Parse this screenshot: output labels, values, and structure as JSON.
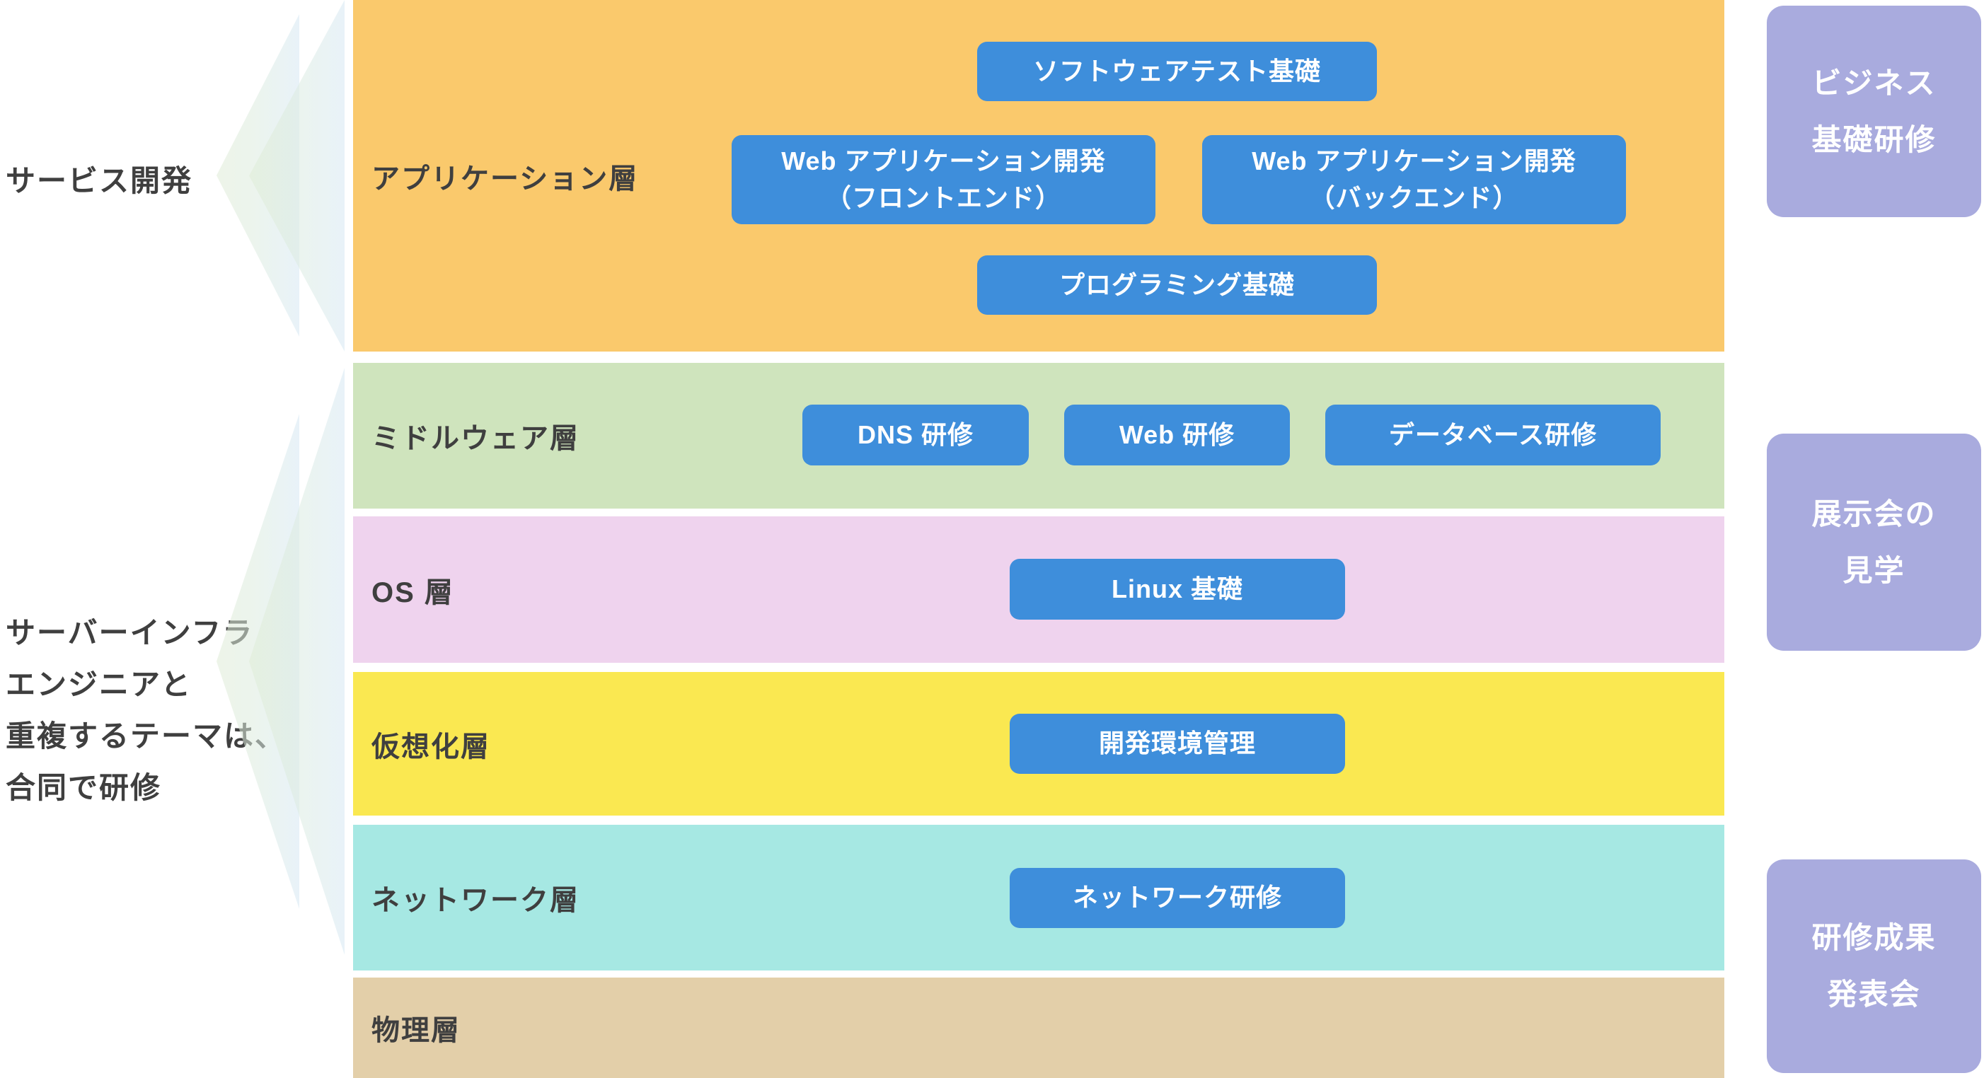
{
  "left_annotations": {
    "service_dev": "サービス開発",
    "infra_note": "サーバーインフラ\nエンジニアと\n重複するテーマは、\n合同で研修"
  },
  "layers": [
    {
      "label": "アプリケーション層",
      "color": "#FAC96C",
      "courses": [
        {
          "label": "ソフトウェアテスト基礎"
        },
        {
          "label": "Web アプリケーション開発\n（フロントエンド）"
        },
        {
          "label": "Web アプリケーション開発\n（バックエンド）"
        },
        {
          "label": "プログラミング基礎"
        }
      ]
    },
    {
      "label": "ミドルウェア層",
      "color": "#CFE4BD",
      "courses": [
        {
          "label": "DNS 研修"
        },
        {
          "label": "Web 研修"
        },
        {
          "label": "データベース研修"
        }
      ]
    },
    {
      "label": "OS 層",
      "color": "#EFD3EE",
      "courses": [
        {
          "label": "Linux 基礎"
        }
      ]
    },
    {
      "label": "仮想化層",
      "color": "#FAE851",
      "courses": [
        {
          "label": "開発環境管理"
        }
      ]
    },
    {
      "label": "ネットワーク層",
      "color": "#A6E8E3",
      "courses": [
        {
          "label": "ネットワーク研修"
        }
      ]
    },
    {
      "label": "物理層",
      "color": "#E3CFA9",
      "courses": []
    }
  ],
  "side_events": [
    {
      "label": "ビジネス\n基礎研修"
    },
    {
      "label": "展示会の\n見学"
    },
    {
      "label": "研修成果\n発表会"
    }
  ],
  "colors": {
    "course_button": "#3E8EDB",
    "side_event_box": "#A9ABDE",
    "label_text": "#3F3F3F",
    "course_text": "#FFFFFF"
  }
}
